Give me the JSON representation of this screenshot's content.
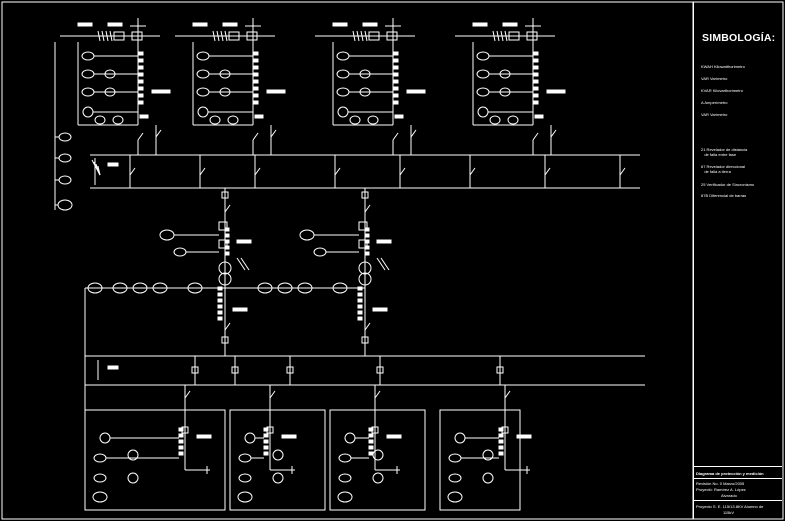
{
  "legend": {
    "title": "SIMBOLOGÍA:",
    "meters": [
      "KWAH Kilowatthorimetro",
      "VAR Varímetro",
      "KVAR Kilovarthorimetro",
      "A Amperímetro",
      "VAR Varímetro"
    ],
    "relays": [
      "21 Revelador de distancia\n   de falla entre fase",
      "67 Revelador direccional\n   de falla a tierra",
      "25 Verificador de Sincronismo",
      "87B Diferencial de barras"
    ]
  },
  "title_block": {
    "title": "Diagrama de protección y medición",
    "lines": [
      "Revisión No. 0  Marzo/2005",
      "Proyectó: Ramírez A. López",
      "Alvarado",
      "Proyecto S. E. 115/13.8KV  Alumno de",
      "115kV"
    ]
  },
  "colors": {
    "background": "#000000",
    "lines": "#ffffff"
  }
}
